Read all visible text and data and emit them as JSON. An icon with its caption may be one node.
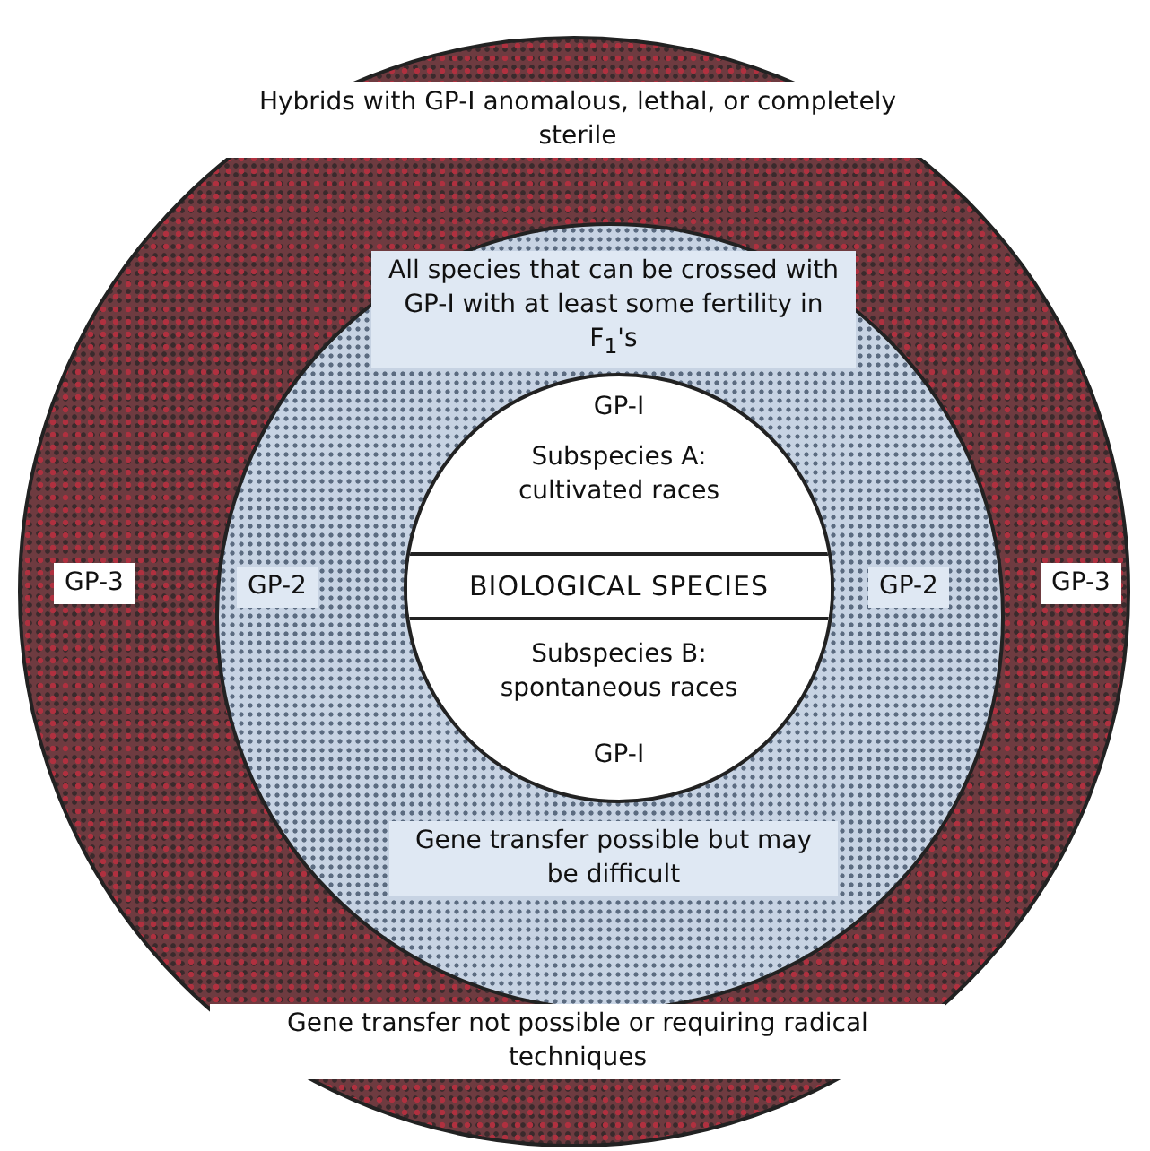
{
  "diagram": {
    "nodes": [
      {
        "text": [
          "Hybrids with GP-I anomalous, lethal, or completely sterile",
          "GP-3",
          "GP-3",
          "Gene transfer not possible or requiring radical techniques"
        ]
      },
      {
        "text": [
          "All species that can be crossed with GP-I with at least some fertility in F$_{1}$'s",
          "GP-2",
          "GP-2",
          "Gene transfer possible but may be difficult"
        ],
        "in": 0
      },
      {
        "text": [
          "GP-I",
          "Subspecies A: cultivated races",
          "Subspecies B: spontaneous races",
          "GP-I"
        ],
        "in": 1
      },
      {
        "text": [
          "BIOLOGICAL SPECIES"
        ],
        "in": 2
      }
    ]
  }
}
